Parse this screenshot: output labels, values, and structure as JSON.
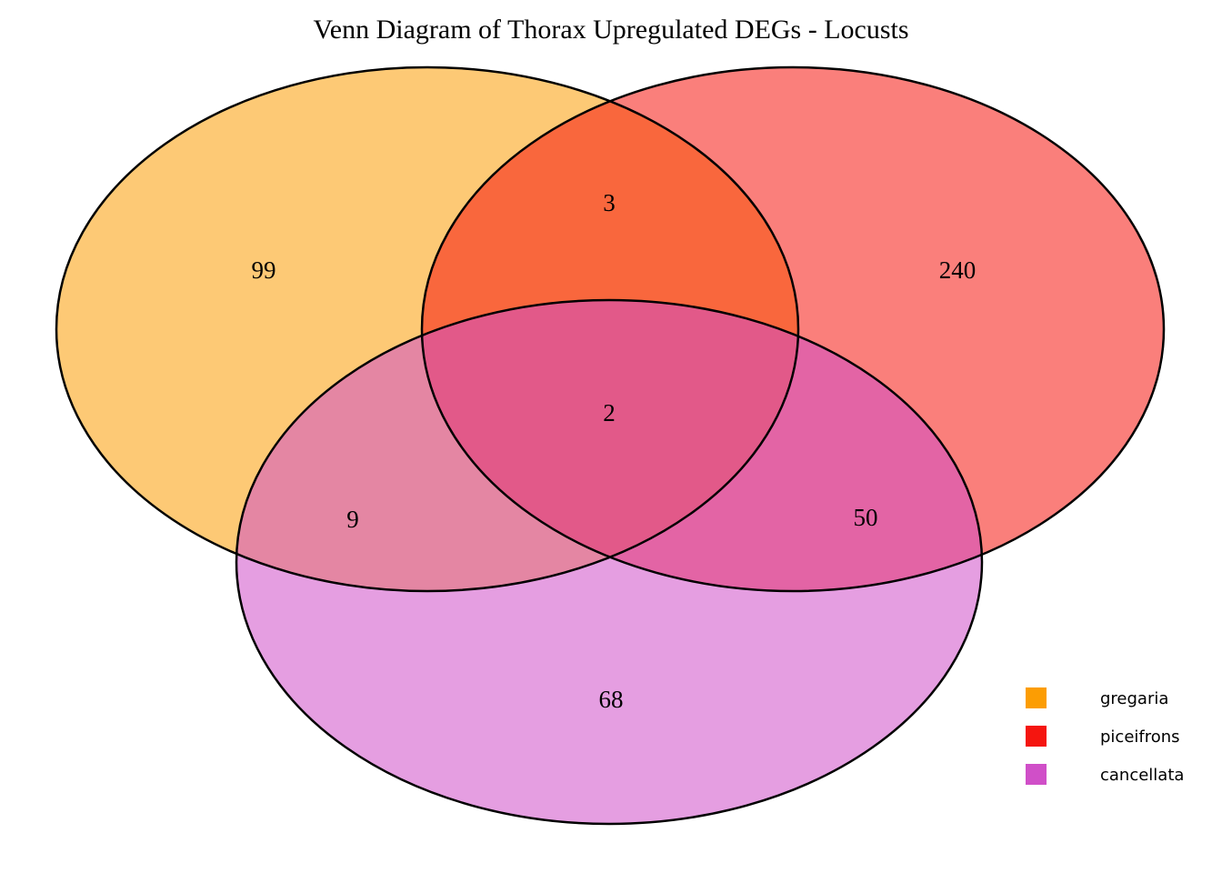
{
  "title": "Venn Diagram of Thorax Upregulated DEGs - Locusts",
  "chart_data": {
    "type": "venn",
    "title": "Venn Diagram of Thorax Upregulated DEGs - Locusts",
    "sets": [
      {
        "name": "gregaria",
        "color": "#FC9D03"
      },
      {
        "name": "piceifrons",
        "color": "#F5150F"
      },
      {
        "name": "cancellata",
        "color": "#D04FC8"
      }
    ],
    "regions": {
      "gregaria_only": 99,
      "piceifrons_only": 240,
      "cancellata_only": 68,
      "gregaria_piceifrons": 3,
      "gregaria_cancellata": 9,
      "piceifrons_cancellata": 50,
      "gregaria_piceifrons_cancellata": 2
    },
    "legend_position": "bottom-right",
    "outline_color": "#000000"
  }
}
